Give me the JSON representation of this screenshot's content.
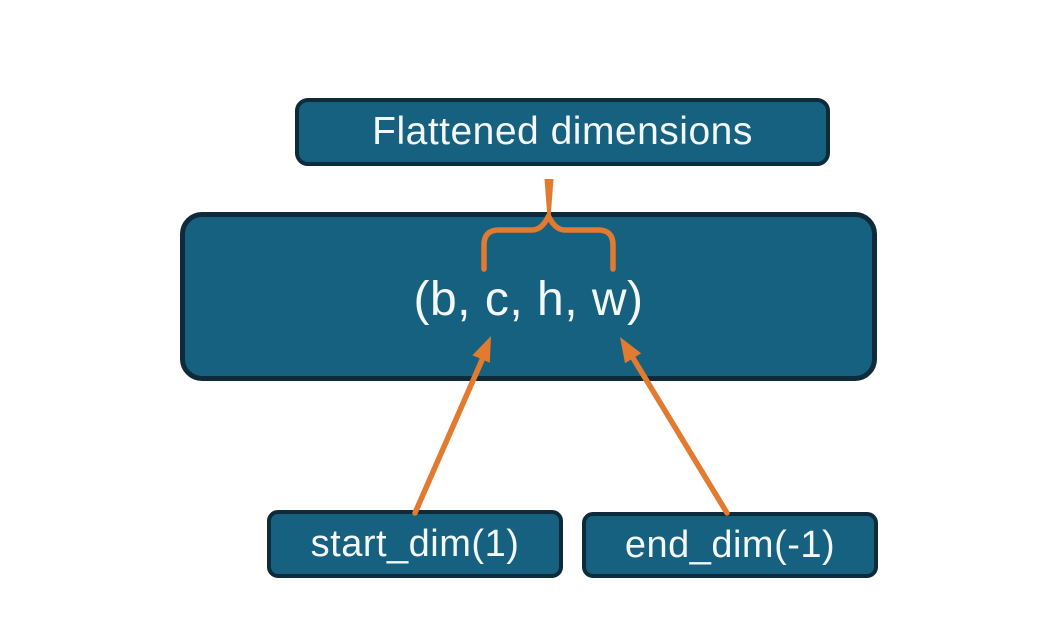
{
  "colors": {
    "bg": "#FFFFFF",
    "box-fill": "#16617F",
    "box-border": "#0D2B3A",
    "label-text": "#F4F7F8",
    "arrow": "#E27A2F"
  },
  "nodes": {
    "flattened": {
      "label": "Flattened dimensions"
    },
    "tensor": {
      "label": "(b, c, h, w)"
    },
    "start_dim": {
      "label": "start_dim(1)"
    },
    "end_dim": {
      "label": "end_dim(-1)"
    }
  }
}
